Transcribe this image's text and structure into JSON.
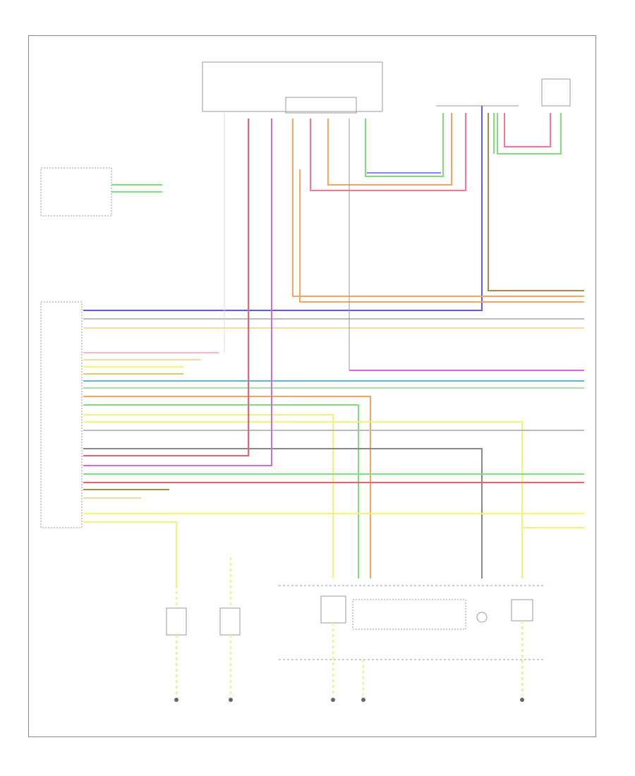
{
  "footer_code": "",
  "colors": {
    "blue": "#5b5bf0",
    "orange": "#f6a45e",
    "pink": "#f37898",
    "green": "#7fdd7f",
    "yellow": "#f3f37a",
    "gray": "#9a9a9a",
    "violet": "#d46ad4",
    "teal": "#5fb9c8",
    "red": "#f06070",
    "brown": "#a88a4a"
  },
  "components": [
    {
      "id": "sensor-module",
      "label": ""
    },
    {
      "id": "control-module",
      "label": ""
    },
    {
      "id": "main-fuse-box",
      "label": ""
    },
    {
      "id": "junction-box",
      "label": ""
    },
    {
      "id": "connector-block",
      "label": ""
    },
    {
      "id": "right-module",
      "label": ""
    },
    {
      "id": "left-lamp",
      "label": ""
    },
    {
      "id": "right-lamp",
      "label": ""
    },
    {
      "id": "lower-assembly",
      "label": ""
    }
  ]
}
